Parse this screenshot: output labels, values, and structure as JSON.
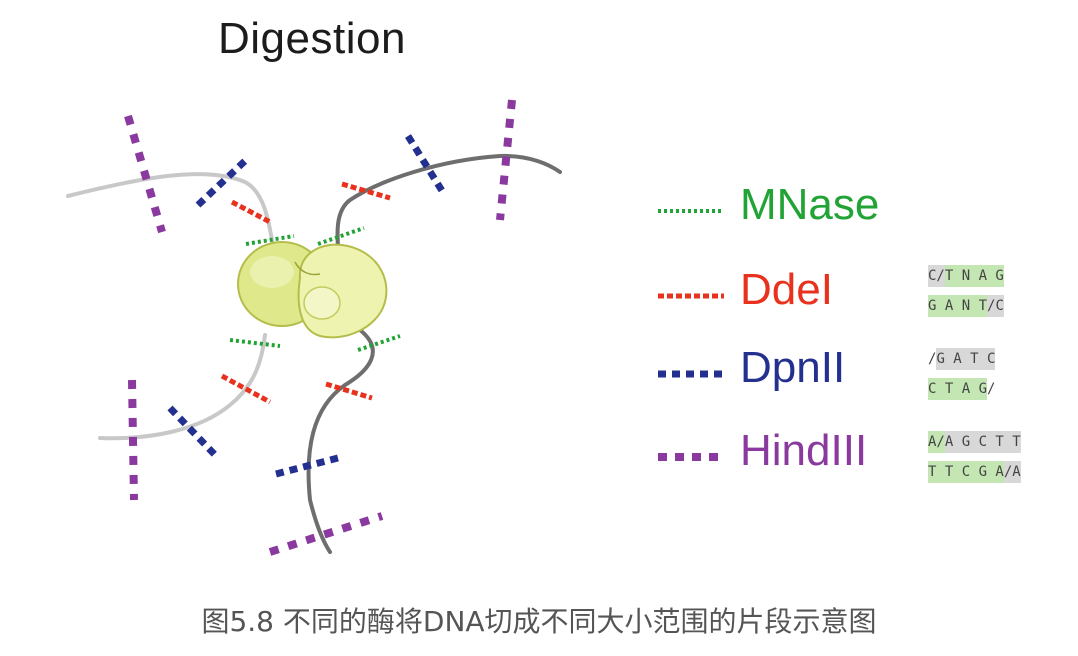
{
  "title": "Digestion",
  "caption": "图5.8 不同的酶将DNA切成不同大小范围的片段示意图",
  "colors": {
    "mnase": "#22a336",
    "ddei": "#e8321e",
    "dpnii": "#23308f",
    "hindiii": "#8a3a9e",
    "dna_light": "#c8c8c8",
    "dna_dark": "#6e6e6e",
    "nucleosome": "#e6ec9a"
  },
  "legend": [
    {
      "label": "MNase",
      "color": "#22a336",
      "pattern": "fine"
    },
    {
      "label": "DdeI",
      "color": "#e8321e",
      "pattern": "medium"
    },
    {
      "label": "DpnII",
      "color": "#23308f",
      "pattern": "coarse"
    },
    {
      "label": "HindIII",
      "color": "#8a3a9e",
      "pattern": "coarser"
    }
  ],
  "sequences": {
    "ddei": {
      "top": [
        {
          "t": "C/",
          "hl": "gray"
        },
        {
          "t": "T N A G",
          "hl": "green"
        }
      ],
      "bottom": [
        {
          "t": "G A N T",
          "hl": "green"
        },
        {
          "t": "/C",
          "hl": "gray"
        }
      ]
    },
    "dpnii": {
      "top": [
        {
          "t": "/",
          "hl": "none"
        },
        {
          "t": "G A T C",
          "hl": "gray"
        }
      ],
      "bottom": [
        {
          "t": "C T A G",
          "hl": "green"
        },
        {
          "t": "/",
          "hl": "none"
        }
      ]
    },
    "hindiii": {
      "top": [
        {
          "t": "A/",
          "hl": "green"
        },
        {
          "t": "A G C T T",
          "hl": "gray"
        }
      ],
      "bottom": [
        {
          "t": "T T C G A",
          "hl": "green"
        },
        {
          "t": "/A",
          "hl": "gray"
        }
      ]
    }
  }
}
